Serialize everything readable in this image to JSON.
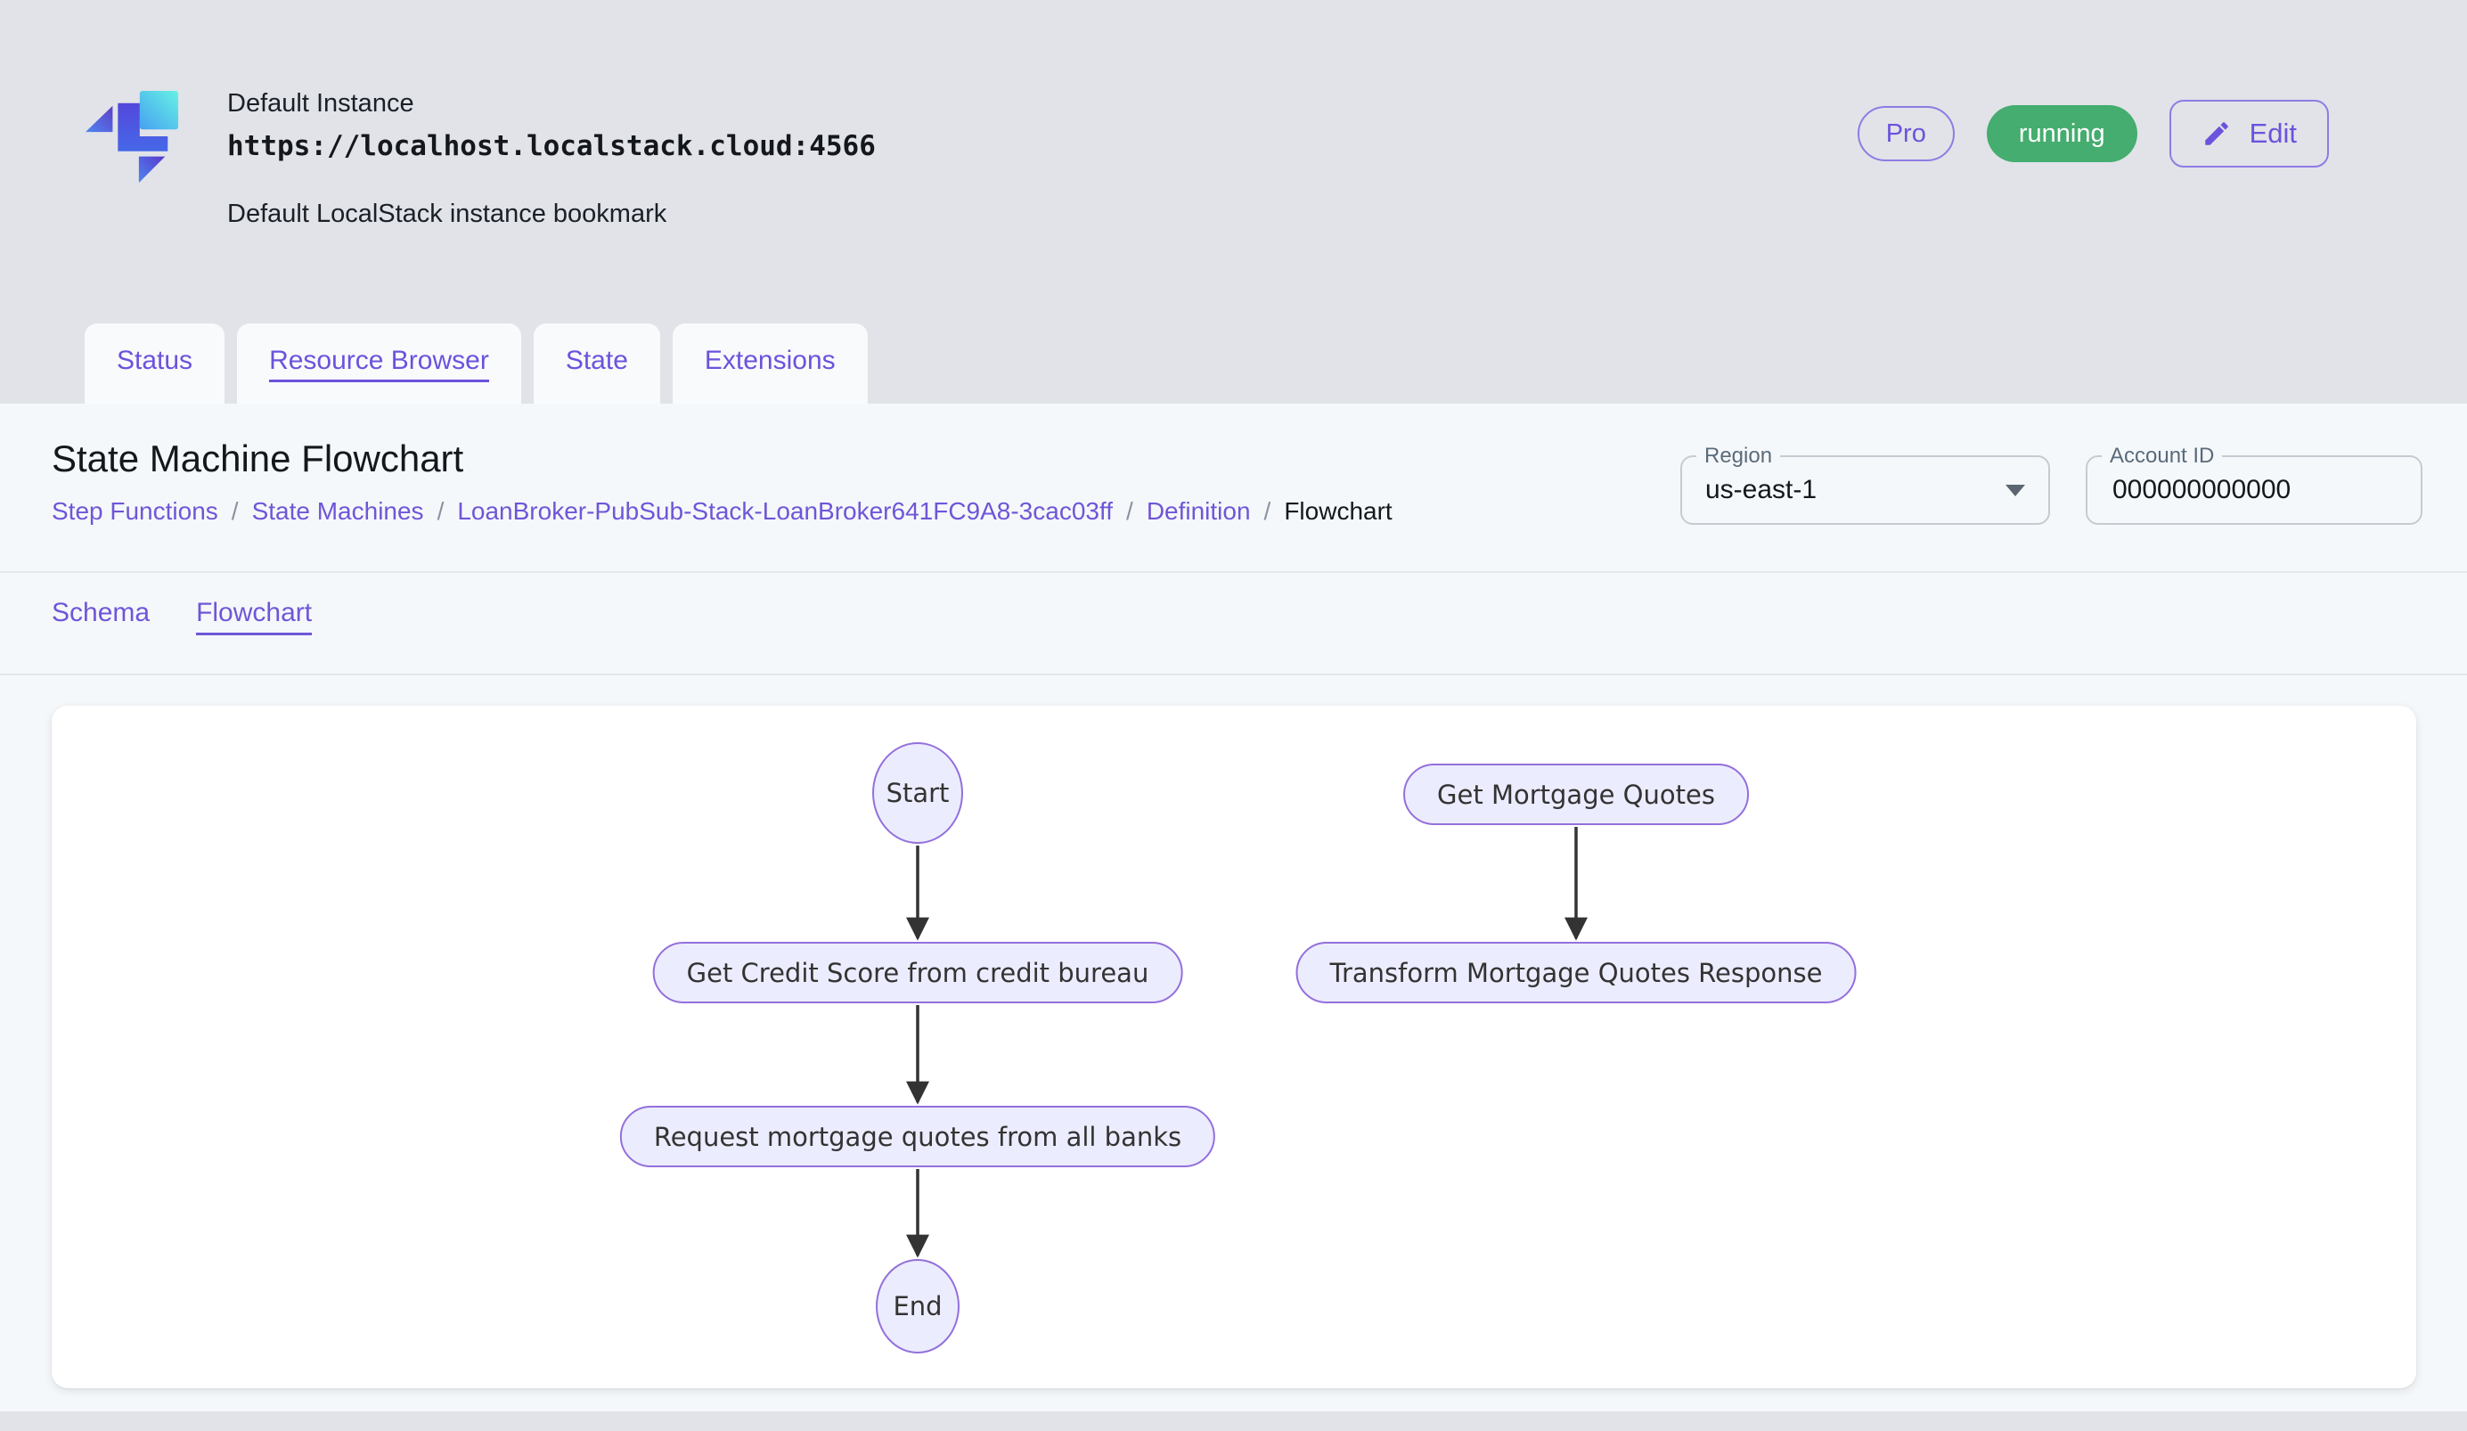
{
  "header": {
    "instance_label": "Default Instance",
    "instance_url": "https://localhost.localstack.cloud:4566",
    "instance_description": "Default LocalStack instance bookmark",
    "pro_chip": "Pro",
    "status_badge": "running",
    "edit_button": "Edit"
  },
  "tabs": [
    {
      "label": "Status",
      "active": false
    },
    {
      "label": "Resource Browser",
      "active": true
    },
    {
      "label": "State",
      "active": false
    },
    {
      "label": "Extensions",
      "active": false
    }
  ],
  "page": {
    "title": "State Machine Flowchart",
    "breadcrumb_separator": "/",
    "breadcrumb": [
      {
        "label": "Step Functions"
      },
      {
        "label": "State Machines"
      },
      {
        "label": "LoanBroker-PubSub-Stack-LoanBroker641FC9A8-3cac03ff"
      },
      {
        "label": "Definition"
      },
      {
        "label": "Flowchart"
      }
    ]
  },
  "controls": {
    "region_label": "Region",
    "region_value": "us-east-1",
    "account_label": "Account ID",
    "account_value": "000000000000"
  },
  "subtabs": [
    {
      "label": "Schema",
      "active": false
    },
    {
      "label": "Flowchart",
      "active": true
    }
  ],
  "flowchart": {
    "nodes": {
      "start": "Start",
      "get_credit_score": "Get Credit Score from credit bureau",
      "request_quotes": "Request mortgage quotes from all banks",
      "end": "End",
      "get_mortgage_quotes": "Get Mortgage Quotes",
      "transform_response": "Transform Mortgage Quotes Response"
    },
    "edges": [
      [
        "Start",
        "Get Credit Score from credit bureau"
      ],
      [
        "Get Credit Score from credit bureau",
        "Request mortgage quotes from all banks"
      ],
      [
        "Request mortgage quotes from all banks",
        "End"
      ],
      [
        "Get Mortgage Quotes",
        "Transform Mortgage Quotes Response"
      ]
    ]
  },
  "icons": {
    "edit": "pencil-icon",
    "region": "caret-down-icon",
    "logo": "localstack-logo"
  },
  "colors": {
    "accent_purple": "#6C52DC",
    "running_green": "#44AD6F",
    "node_fill": "#ECECFF",
    "node_stroke": "#9370DB",
    "header_bg": "#E1E3E8",
    "panel_bg": "#F5F8FA"
  }
}
